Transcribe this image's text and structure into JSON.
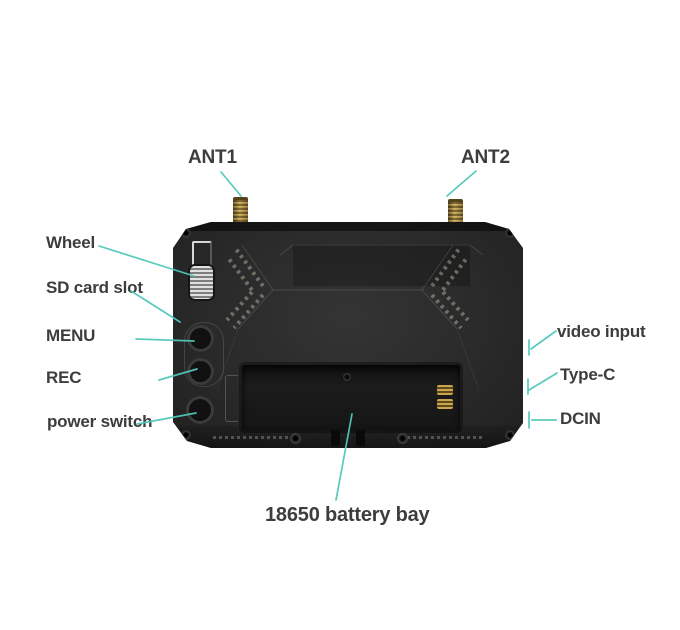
{
  "colors": {
    "background": "#ffffff",
    "callout_line": "#4fc8b9",
    "label_text": "#3d3d3f",
    "device_body": "#2a2a2a",
    "antenna_gold": "#c9a851",
    "wheel_light": "#e0e0e0"
  },
  "labels": {
    "ant1": "ANT1",
    "ant2": "ANT2",
    "wheel": "Wheel",
    "sd_card_slot": "SD card slot",
    "menu": "MENU",
    "rec": "REC",
    "power_switch": "power switch",
    "video_input": "video input",
    "type_c": "Type-C",
    "dcin": "DCIN",
    "battery_bay": "18650 battery bay"
  }
}
